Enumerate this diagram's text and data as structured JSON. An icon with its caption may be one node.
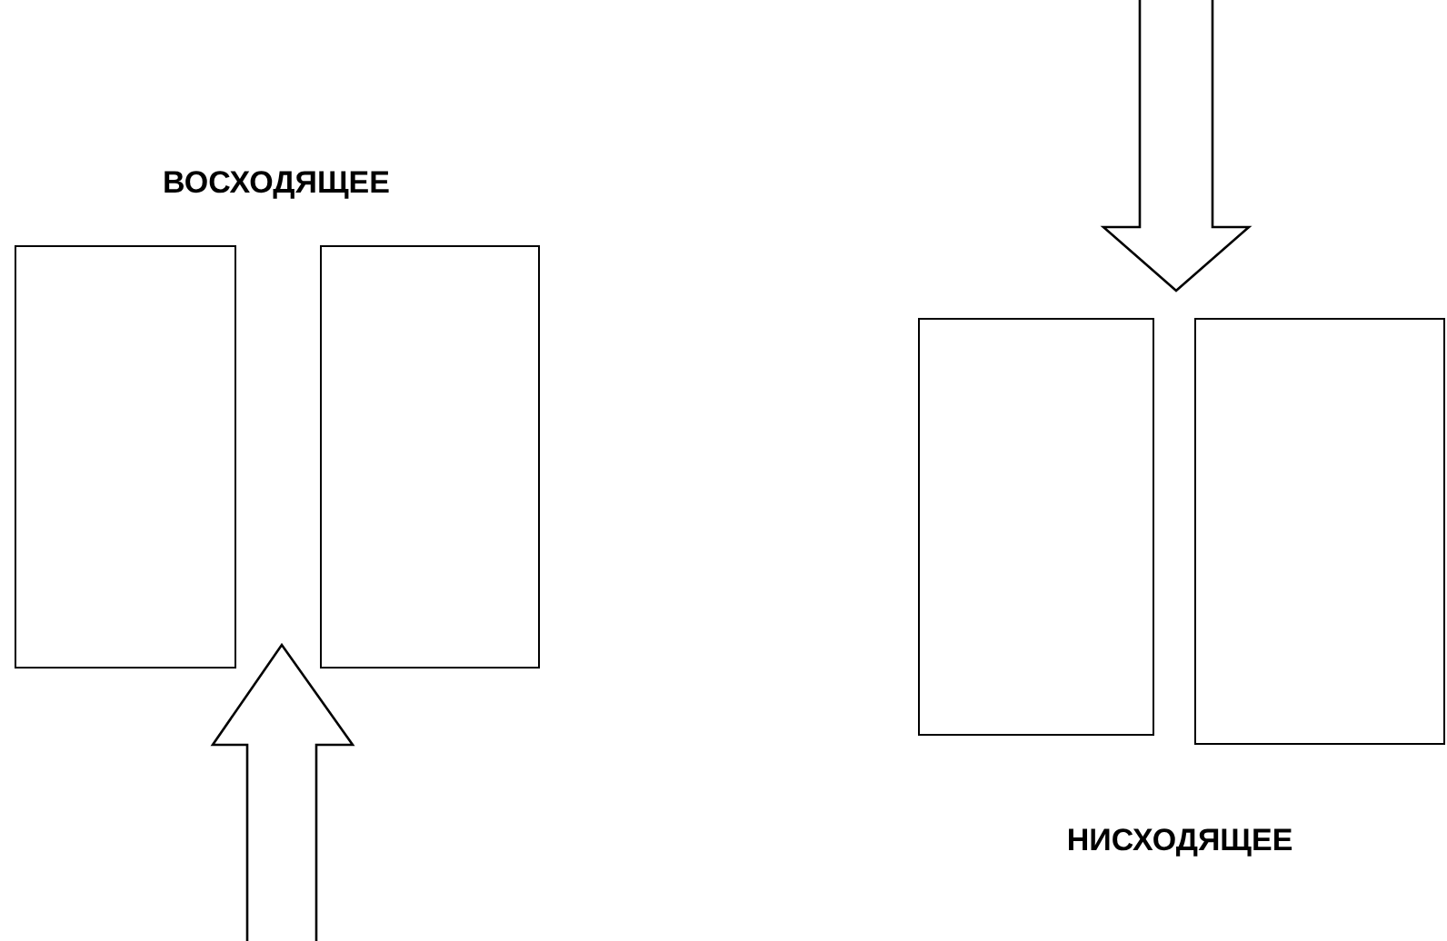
{
  "diagram": {
    "nodes": [
      {
        "text": [],
        "shape": "box"
      },
      {
        "text": [],
        "shape": "box"
      },
      {
        "text": [],
        "shape": "box"
      },
      {
        "text": [],
        "shape": "box"
      }
    ],
    "labels": [
      "ВОСХОДЯЩЕЕ",
      "НИСХОДЯЩЕЕ"
    ]
  }
}
